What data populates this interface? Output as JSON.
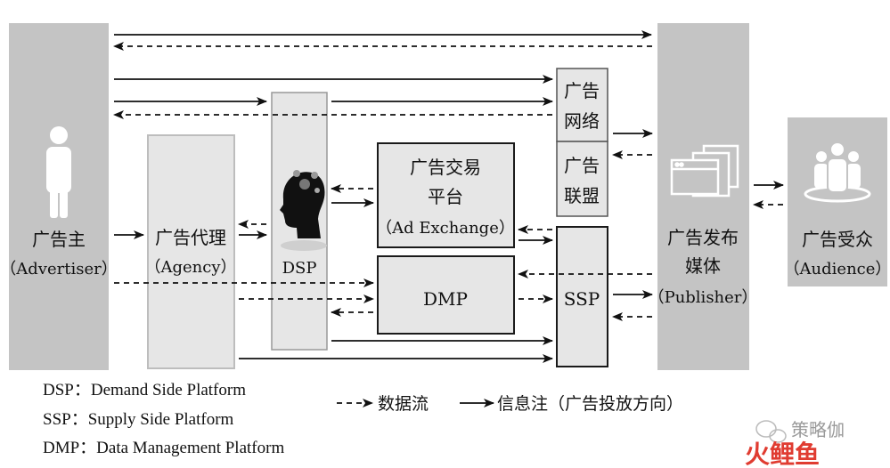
{
  "nodes": {
    "advertiser": {
      "line1": "广告主",
      "line2": "（Advertiser）",
      "icon": "person-icon"
    },
    "agency": {
      "line1": "广告代理",
      "line2": "（Agency）"
    },
    "dsp": {
      "label": "DSP",
      "icon": "brain-gears-icon"
    },
    "ad_network": {
      "line1": "广告",
      "line2": "网络"
    },
    "ad_alliance": {
      "line1": "广告",
      "line2": "联盟"
    },
    "ad_exchange": {
      "line1": "广告交易",
      "line2": "平台",
      "line3": "（Ad Exchange）"
    },
    "dmp": {
      "label": "DMP"
    },
    "ssp": {
      "label": "SSP"
    },
    "publisher": {
      "line1": "广告发布",
      "line2": "媒体",
      "line3": "（Publisher）",
      "icon": "browser-windows-icon"
    },
    "audience": {
      "line1": "广告受众",
      "line2": "（Audience）",
      "icon": "group-people-icon"
    }
  },
  "legend": {
    "dsp_def": "DSP：Demand Side Platform",
    "ssp_def": "SSP：Supply Side Platform",
    "dmp_def": "DMP：Data Management Platform",
    "data_flow": "数据流",
    "info_flow": "信息注（广告投放方向）"
  },
  "watermark": {
    "text": "策略伽",
    "logo_text": "火鲤鱼"
  },
  "colors": {
    "column_fill": "#c4c4c4",
    "box_fill": "#e6e6e6",
    "border": "#1a1a1a",
    "watermark_red": "#e03c31"
  }
}
